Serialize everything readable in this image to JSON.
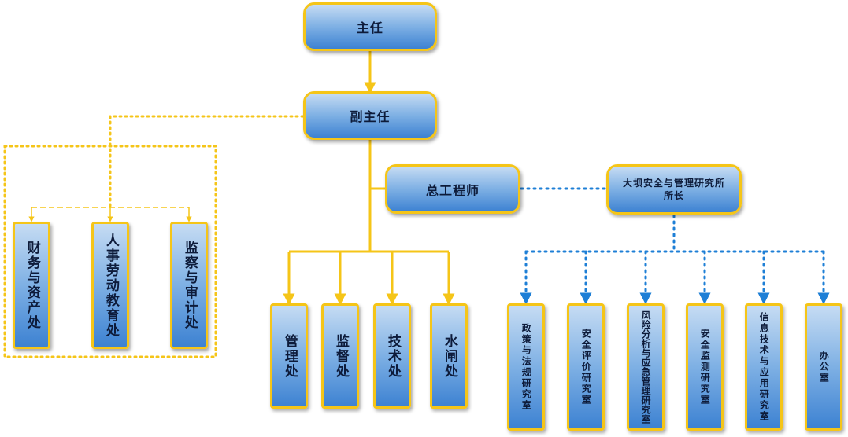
{
  "org": {
    "director": "主任",
    "deputy": "副主任",
    "chief_engineer": "总工程师",
    "institute_head": "大坝安全与管理研究所\n所长",
    "admin_units": [
      "财务与资产处",
      "人事劳动教育处",
      "监察与审计处"
    ],
    "engineering_units": [
      "管理处",
      "监督处",
      "技术处",
      "水闸处"
    ],
    "research_units": [
      "政策与法规研究室",
      "安全评价研究室",
      "风险分析与应急管理研究室",
      "安全监测研究室",
      "信息技术与应用研究室",
      "办公室"
    ]
  },
  "colors": {
    "border": "#f5c518",
    "solid_line": "#f5c518",
    "dotted_yellow": "#f5c518",
    "dotted_blue": "#1e7fd6"
  }
}
